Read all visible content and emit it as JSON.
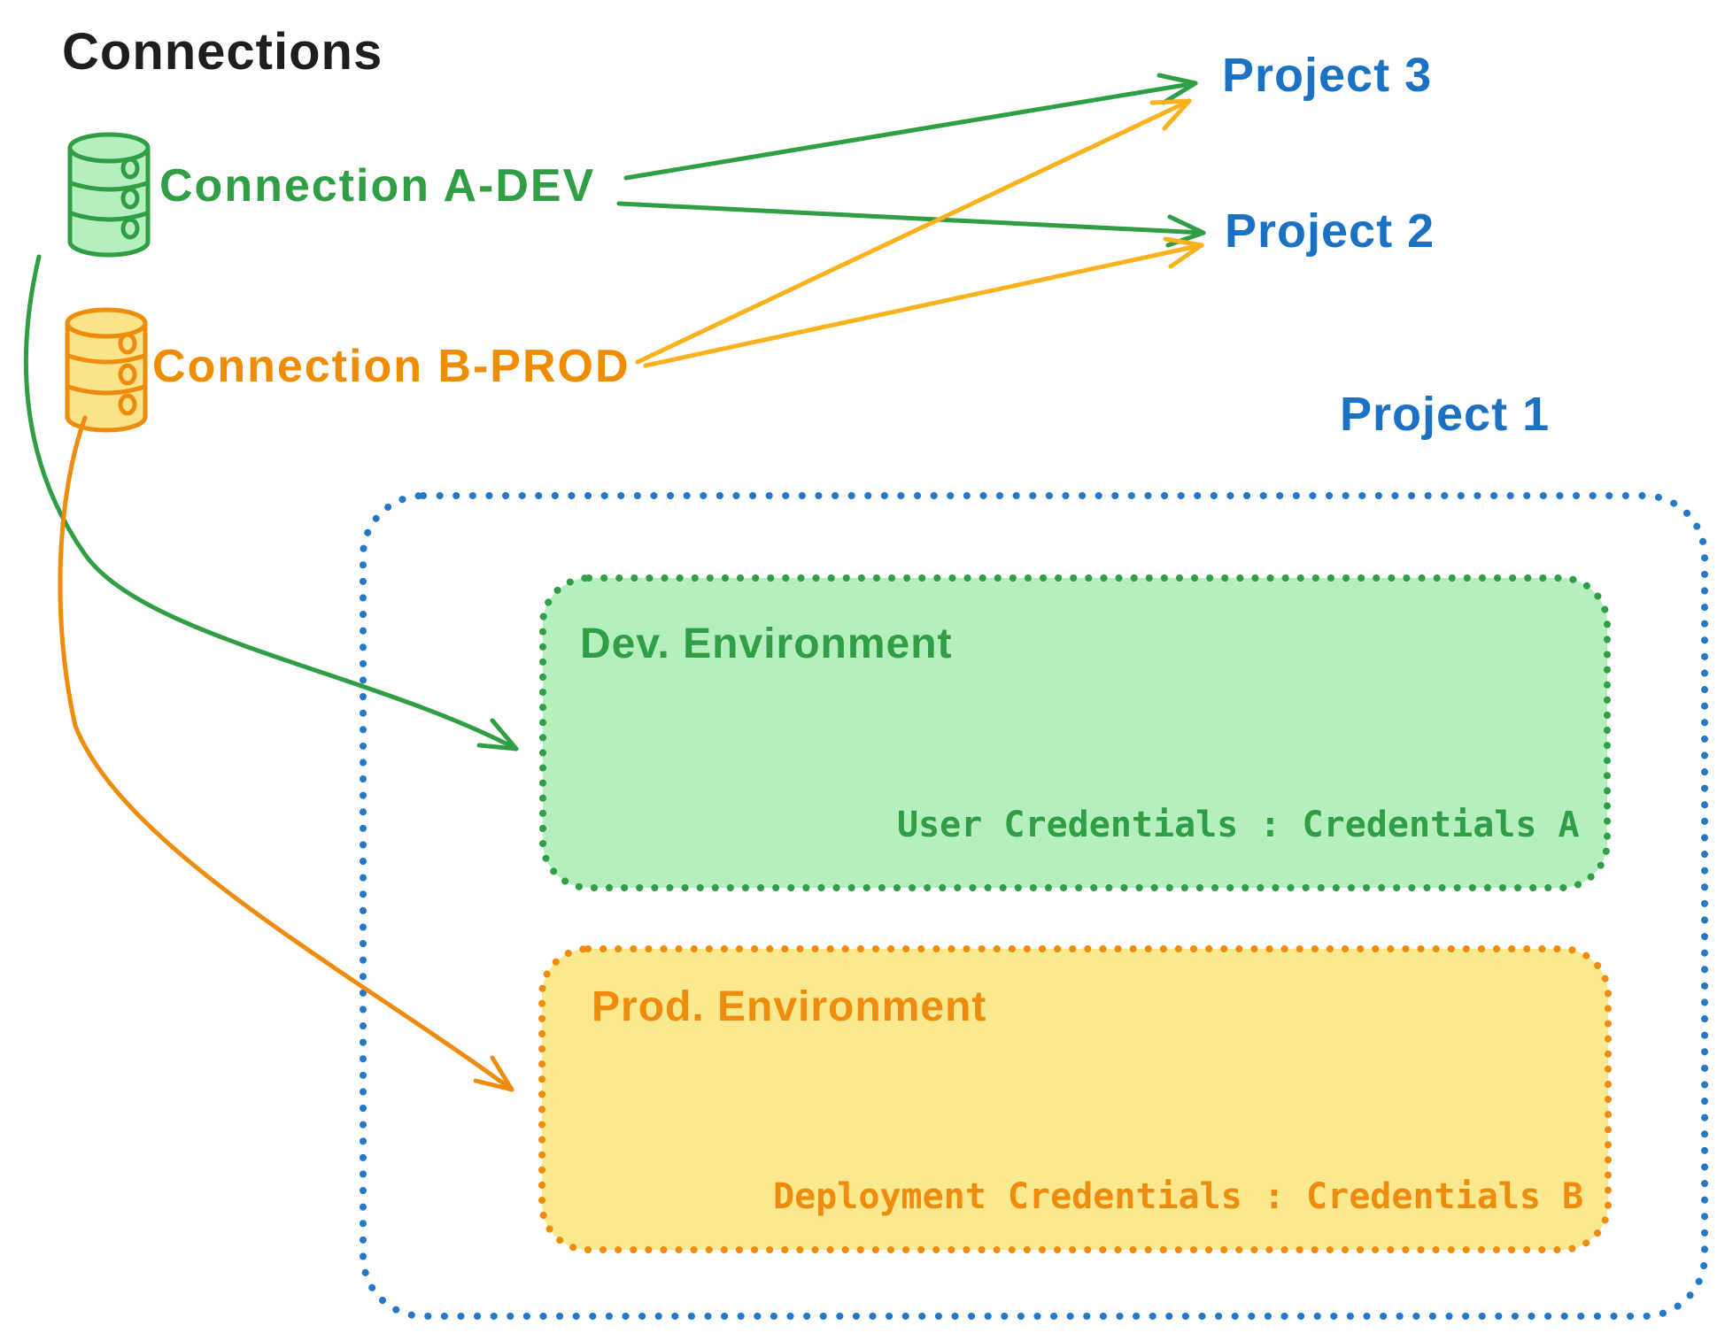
{
  "diagram": {
    "title": "Connections",
    "connections": [
      {
        "label": "Connection A-DEV",
        "color": "#2f9e44",
        "icon": "database-icon"
      },
      {
        "label": "Connection B-PROD",
        "color": "#f08c00",
        "icon": "database-icon"
      }
    ],
    "projects": [
      {
        "label": "Project 3"
      },
      {
        "label": "Project 2"
      },
      {
        "label": "Project 1"
      }
    ],
    "project1_box": {
      "environments": [
        {
          "title": "Dev. Environment",
          "credentials": "User Credentials : Credentials A",
          "color": "#2f9e44"
        },
        {
          "title": "Prod. Environment",
          "credentials": "Deployment Credentials : Credentials B",
          "color": "#ef8b0d"
        }
      ]
    },
    "edges": [
      {
        "from": "Connection A-DEV",
        "to": "Project 3"
      },
      {
        "from": "Connection A-DEV",
        "to": "Project 2"
      },
      {
        "from": "Connection B-PROD",
        "to": "Project 3"
      },
      {
        "from": "Connection B-PROD",
        "to": "Project 2"
      },
      {
        "from": "Connection A-DEV",
        "to": "Dev. Environment"
      },
      {
        "from": "Connection B-PROD",
        "to": "Prod. Environment"
      }
    ],
    "colors": {
      "blue": "#1b72c4",
      "green": "#2f9e44",
      "orange": "#f08c00",
      "green_fill": "#b5efbe",
      "orange_fill": "#fae98e",
      "black": "#1e1e1e"
    }
  }
}
